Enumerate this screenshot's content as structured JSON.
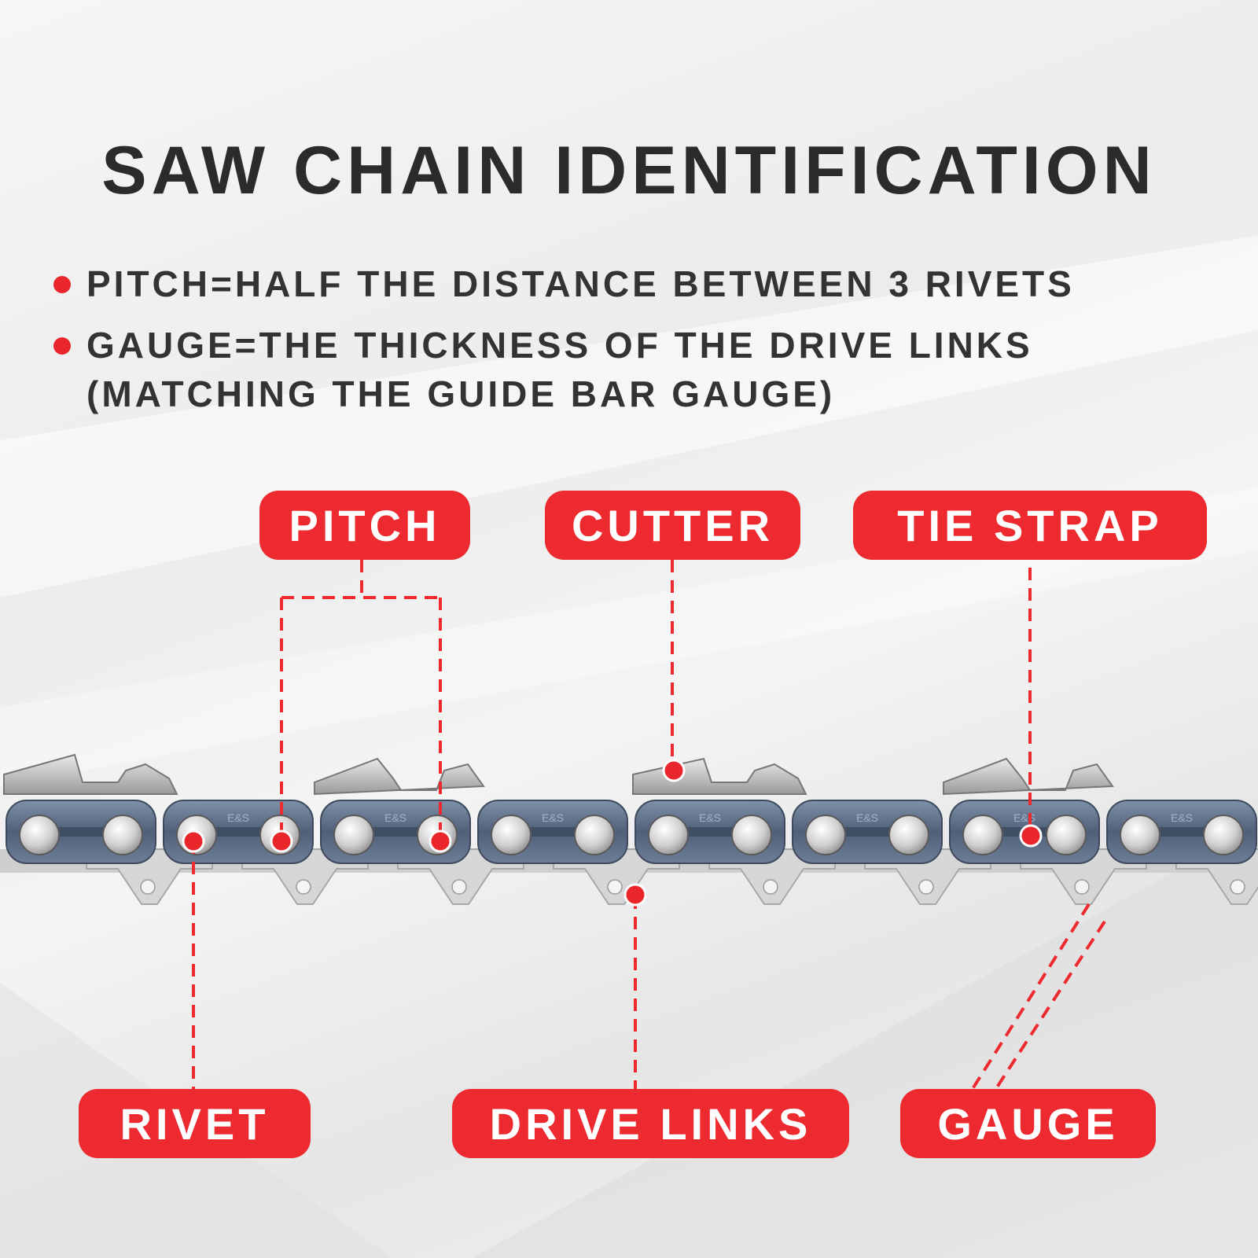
{
  "title": "SAW CHAIN IDENTIFICATION",
  "bullets": [
    "PITCH=HALF THE DISTANCE BETWEEN 3 RIVETS",
    "GAUGE=THE THICKNESS OF THE DRIVE LINKS",
    "(MATCHING THE GUIDE BAR GAUGE)"
  ],
  "labels": {
    "pitch": "PITCH",
    "cutter": "CUTTER",
    "tie_strap": "TIE STRAP",
    "rivet": "RIVET",
    "drive_links": "DRIVE LINKS",
    "gauge": "GAUGE"
  },
  "link_stamp": "E&S",
  "colors": {
    "accent": "#ed2a2f",
    "title": "#2b2b2b",
    "chain_side_plate": "#5d6f86",
    "chain_steel": "#c9c9c9",
    "background": "#f0f0f0"
  }
}
